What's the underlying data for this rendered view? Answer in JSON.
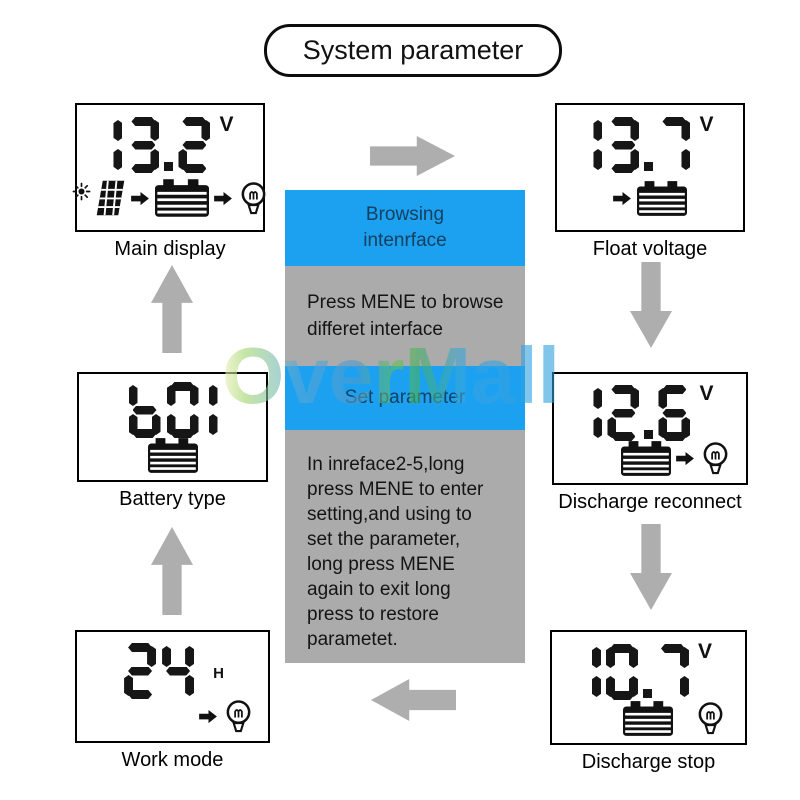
{
  "title": "System parameter",
  "watermark": "OverMall",
  "colors": {
    "accent_blue": "#1ba1f0",
    "box_gray": "#ababab",
    "arrow_gray": "#aeaeae",
    "blue_box_text": "#16405f"
  },
  "flow": {
    "browsing_label": "Browsing\nintenrface",
    "browse_instruction": "Press MENE to browse\ndifferet interface",
    "set_label": "Set parameter",
    "set_instruction": "In inreface2-5,long\npress MENE to enter\nsetting,and using to\nset the parameter,\nlong press MENE\nagain to exit long\npress to restore\nparametet."
  },
  "panels": [
    {
      "label": "Main display",
      "value": "13.2",
      "unit": "V",
      "icons": [
        "sun",
        "solar-panel",
        "arrow-right",
        "battery",
        "arrow-right",
        "bulb"
      ]
    },
    {
      "label": "Float voltage",
      "value": "13.7",
      "unit": "V",
      "icons": [
        "arrow-right",
        "battery"
      ]
    },
    {
      "label": "Battery type",
      "value": "b01",
      "unit": "",
      "icons": [
        "battery"
      ]
    },
    {
      "label": "Discharge reconnect",
      "value": "12.6",
      "unit": "V",
      "icons": [
        "battery",
        "arrow-right",
        "bulb"
      ]
    },
    {
      "label": "Work mode",
      "value": "24",
      "unit": "H",
      "icons": [
        "arrow-right",
        "bulb"
      ]
    },
    {
      "label": "Discharge stop",
      "value": "10.7",
      "unit": "V",
      "icons": [
        "battery",
        "bulb"
      ]
    }
  ]
}
